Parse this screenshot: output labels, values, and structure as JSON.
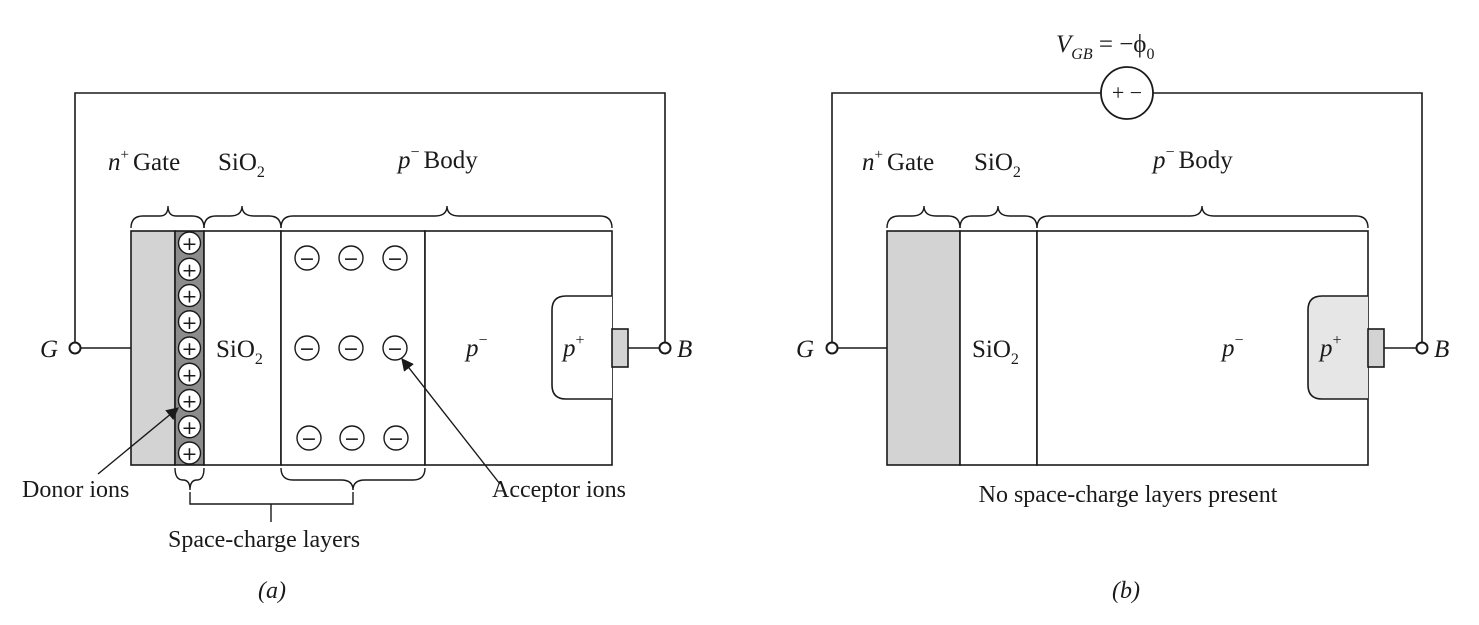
{
  "panel_a": {
    "labels": {
      "gate_region": "Gate",
      "gate_sup": "+",
      "gate_n": "n",
      "oxide_region": "SiO",
      "oxide_sub": "2",
      "body_region": "Body",
      "body_p": "p",
      "body_sup": "−",
      "oxide_inside": "SiO",
      "oxide_inside_sub": "2",
      "p_minus": "p",
      "p_minus_sup": "−",
      "p_plus": "p",
      "p_plus_sup": "+",
      "terminal_g": "G",
      "terminal_b": "B",
      "donor_ions": "Donor ions",
      "acceptor_ions": "Acceptor ions",
      "space_charge": "Space-charge layers",
      "caption": "(a)"
    },
    "donor_symbol": "+",
    "acceptor_symbol": "−",
    "donor_count": 9,
    "acceptor_rows": 3,
    "acceptor_cols": 3
  },
  "panel_b": {
    "labels": {
      "source": "V",
      "source_sub": "GB",
      "source_eq": " = −ϕ",
      "source_eq_sub": "0",
      "source_polarity": "+ −",
      "gate_region": "Gate",
      "gate_sup": "+",
      "gate_n": "n",
      "oxide_region": "SiO",
      "oxide_sub": "2",
      "body_region": "Body",
      "body_p": "p",
      "body_sup": "−",
      "oxide_inside": "SiO",
      "oxide_inside_sub": "2",
      "p_minus": "p",
      "p_minus_sup": "−",
      "p_plus": "p",
      "p_plus_sup": "+",
      "terminal_g": "G",
      "terminal_b": "B",
      "note": "No space-charge layers present",
      "caption": "(b)"
    }
  },
  "colors": {
    "gate_fill": "#d3d3d3",
    "ion_column_fill": "#8c8c8c",
    "p_plus_fill_b": "#e6e6e6",
    "line": "#1a1a1a"
  }
}
